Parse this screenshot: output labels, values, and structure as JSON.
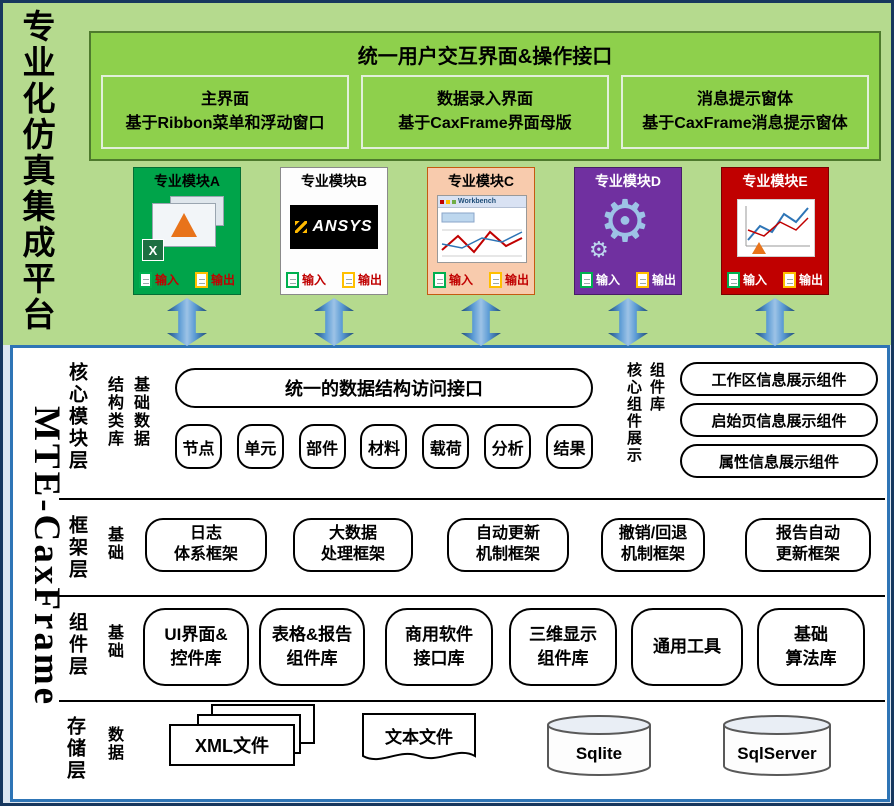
{
  "platform_title": "专业化仿真集成平台",
  "frame_title": "MTE-CaxFrame",
  "icons": {
    "gear": "⚙",
    "excel_x": "X"
  },
  "ui_panel": {
    "title": "统一用户交互界面&操作接口",
    "cards": [
      {
        "line1": "主界面",
        "line2": "基于Ribbon菜单和浮动窗口"
      },
      {
        "line1": "数据录入界面",
        "line2": "基于CaxFrame界面母版"
      },
      {
        "line1": "消息提示窗体",
        "line2": "基于CaxFrame消息提示窗体"
      }
    ]
  },
  "modules": [
    {
      "name": "专业模块A",
      "input": "输入",
      "output": "输出"
    },
    {
      "name": "专业模块B",
      "logo": "ANSYS",
      "input": "输入",
      "output": "输出"
    },
    {
      "name": "专业模块C",
      "logo": "Workbench",
      "input": "输入",
      "output": "输出"
    },
    {
      "name": "专业模块D",
      "input": "输入",
      "output": "输出"
    },
    {
      "name": "专业模块E",
      "input": "输入",
      "output": "输出"
    }
  ],
  "core_layer": {
    "label": "核心模块层",
    "sublabel_left": "结构类库",
    "sublabel_right": "基础数据",
    "interface_box": "统一的数据结构访问接口",
    "pills": [
      "节点",
      "单元",
      "部件",
      "材料",
      "载荷",
      "分析",
      "结果"
    ],
    "right_label_main": "核心组件展示",
    "right_label_side": "组件库",
    "display_boxes": [
      "工作区信息展示组件",
      "启始页信息展示组件",
      "属性信息展示组件"
    ]
  },
  "framework_layer": {
    "label": "框架层",
    "sublabel": "基础",
    "boxes": [
      {
        "line1": "日志",
        "line2": "体系框架"
      },
      {
        "line1": "大数据",
        "line2": "处理框架"
      },
      {
        "line1": "自动更新",
        "line2": "机制框架"
      },
      {
        "line1": "撤销/回退",
        "line2": "机制框架"
      },
      {
        "line1": "报告自动",
        "line2": "更新框架"
      }
    ]
  },
  "component_layer": {
    "label": "组件层",
    "sublabel": "基础",
    "boxes": [
      {
        "line1": "UI界面&",
        "line2": "控件库"
      },
      {
        "line1": "表格&报告",
        "line2": "组件库"
      },
      {
        "line1": "商用软件",
        "line2": "接口库"
      },
      {
        "line1": "三维显示",
        "line2": "组件库"
      },
      {
        "line1": "通用工具",
        "line2": ""
      },
      {
        "line1": "基础",
        "line2": "算法库"
      }
    ]
  },
  "storage_layer": {
    "label": "存储层",
    "sublabel": "数据",
    "xml": "XML文件",
    "text": "文本文件",
    "sqlite": "Sqlite",
    "sqlserver": "SqlServer"
  }
}
